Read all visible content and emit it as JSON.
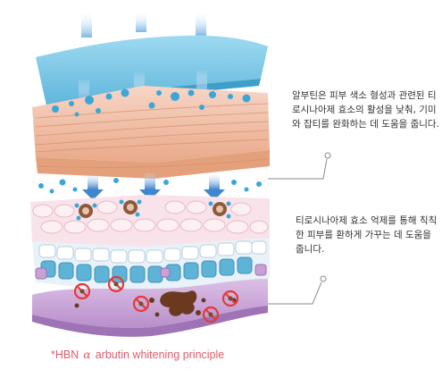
{
  "annotations": {
    "melanin_inhibition": "알부틴은 피부 색소 형성과 관련된 티로시나아제 효소의 활성을 낮춰, 기미와 잡티를 완화하는 데 도움을 줍니다.",
    "brightening": "티로시나아제 효소 억제를 통해 칙칙한 피부를 환하게 가꾸는 데 도움을 줍니다."
  },
  "caption": {
    "prefix": "*HBN",
    "alpha": "α",
    "text": "arbutin whitening principle"
  },
  "colors": {
    "surface_layer": "#8fd3ec",
    "arrow": "#5a9ad6",
    "epidermis": "#f2c6b0",
    "dermis_cells": "#f8dfe6",
    "basal_cells": "#5fb3d6",
    "melanin_layer": "#c9a2d4",
    "melanin_spot": "#6b3a1e",
    "blocked_symbol": "#e53935",
    "caption": "#e05a6a"
  }
}
